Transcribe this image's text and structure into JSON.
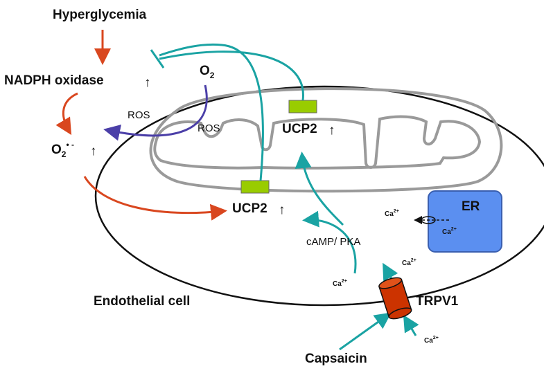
{
  "labels": {
    "hyperglycemia": "Hyperglycemia",
    "nadph": "NADPH oxidase",
    "o2": "O",
    "o2_sub": "2",
    "superoxide": "O",
    "superoxide_sub": "2",
    "superoxide_sup": "• -",
    "ros_outer": "ROS",
    "ros_inner": "ROS",
    "ucp2_top": "UCP2",
    "ucp2_bottom": "UCP2",
    "camp_pka": "cAMP/ PKA",
    "er": "ER",
    "ca_base": "Ca",
    "ca_sup": "2+",
    "trpv1": "TRPV1",
    "capsaicin": "Capsaicin",
    "endothelial_cell": "Endothelial cell"
  },
  "up_arrow": "↑",
  "colors": {
    "activation_arrow": "#d9471f",
    "teal_path": "#1aa3a3",
    "ros_arrow": "#4b3fa8",
    "ucp2_box": "#99cc00",
    "er_fill": "#5b8ff0",
    "trpv1_fill": "#cc3300",
    "mito_outline": "#9a9a9a"
  }
}
